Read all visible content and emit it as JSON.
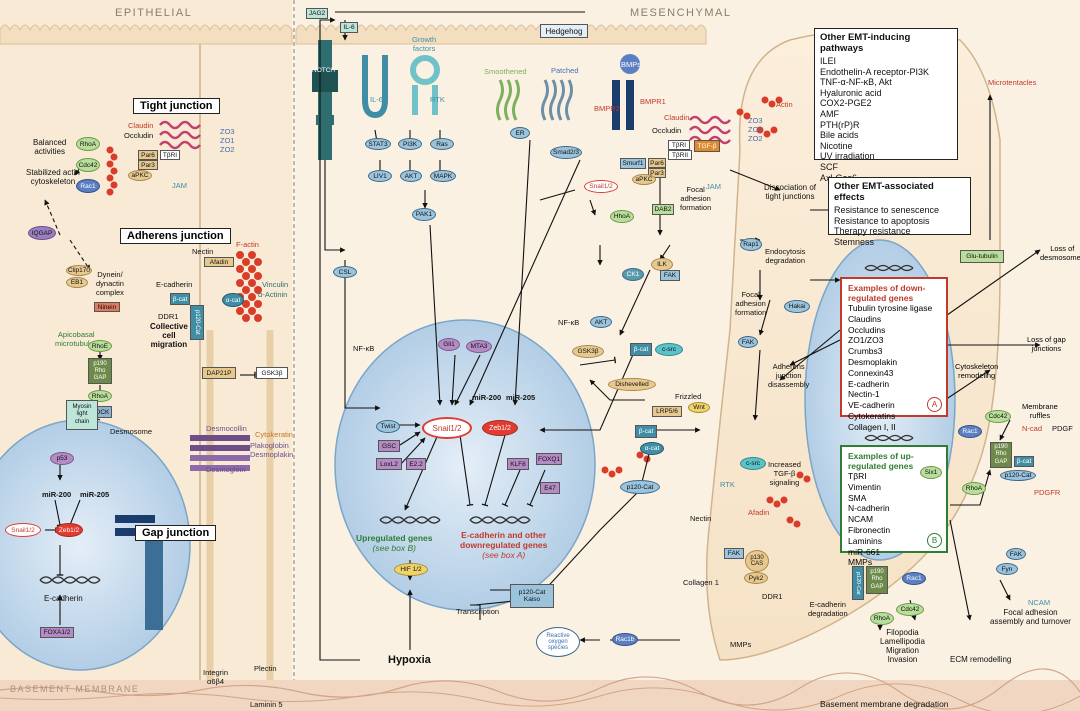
{
  "regions": {
    "epithelial": "EPITHELIAL",
    "mesenchymal": "MESENCHYMAL",
    "basement_membrane": "BASEMENT MEMBRANE",
    "basement_membrane_degradation": "Basement membrane degradation"
  },
  "titles": {
    "tight_junction": "Tight junction",
    "adherens_junction": "Adherens junction",
    "gap_junction": "Gap junction"
  },
  "pathways_box": {
    "head": "Other EMT-inducing pathways",
    "items": [
      "ILEI",
      "Endothelin-A receptor-PI3K",
      "TNF-α-NF-κB, Akt",
      "Hyaluronic acid",
      "COX2-PGE2",
      "AMF",
      "PTH(rP)R",
      "Bile acids",
      "Nicotine",
      "UV irradiation",
      "SCF",
      "Axl-Gas6"
    ]
  },
  "effects_box": {
    "head": "Other EMT-associated effects",
    "items": [
      "Resistance to senescence",
      "Resistance to apoptosis",
      "Therapy resistance",
      "Stemness"
    ]
  },
  "down_genes": {
    "head": "Examples of down-",
    "head2": "regulated genes",
    "items": [
      "Tubulin tyrosine ligase",
      "Claudins",
      "Occludins",
      "ZO1/ZO3",
      "Crumbs3",
      "Desmoplakin",
      "Connexin43",
      "E-cadherin",
      "Nectin-1",
      "VE-cadherin",
      "Cytokeratins",
      "Collagen I, II"
    ],
    "marker": "A"
  },
  "up_genes": {
    "head": "Examples of up-",
    "head2": "regulated genes",
    "items": [
      "TβRI",
      "Vimentin",
      "SMA",
      "N-cadherin",
      "NCAM",
      "Fibronectin",
      "Laminins",
      "miR-661",
      "MMPs"
    ],
    "marker": "B"
  },
  "epithelial_labels": {
    "balanced": "Balanced",
    "activities": "activities",
    "stabilized": "Stabilized actin",
    "cytoskeleton": "cytoskeleton",
    "rhoa": "RhoA",
    "cdc42": "Cdc42",
    "rac1": "Rac1",
    "iqgap": "IQGAP",
    "claudin": "Claudin",
    "occludin": "Occludin",
    "zo3": "ZO3",
    "zo1": "ZO1",
    "zo2": "ZO2",
    "par6": "Par6",
    "par3": "Par3",
    "apkc": "aPKC",
    "tbri": "TβRI",
    "jam": "JAM",
    "nectin": "Nectin",
    "afadin": "Afadin",
    "factin": "F-actin",
    "vinculin": "Vinculin",
    "actinin": "α-Actinin",
    "clip170": "Clip170",
    "eb1": "EB1",
    "dynein": "Dynein/",
    "dynactin": "dynactin",
    "complex": "complex",
    "ninein": "Ninein",
    "ecadherin": "E-cadherin",
    "ddr1": "DDR1",
    "bcat": "β-cat",
    "acat": "α-cat",
    "p120": "p120-Cat",
    "collective1": "Collective",
    "collective2": "cell",
    "collective3": "migration",
    "apicobasal1": "Apicobasal",
    "apicobasal2": "microtubules",
    "rhoe": "RhoE",
    "p190": "p190",
    "rhogap1": "Rho",
    "rhogap2": "GAP",
    "rhoa2": "RhoA",
    "rock": "ROCK",
    "myosin1": "Myosin",
    "myosin2": "light",
    "myosin3": "chain",
    "dap21p": "DAP21P",
    "gsk3b": "GSK3β",
    "cytokeratin": "Cytokeratin",
    "desmosome": "Desmosome",
    "desmocollin": "Desmocollin",
    "plakoglobin": "Plakoglobin",
    "desmoplakin": "Desmoplakin",
    "desmoglein": "Desmoglein",
    "p53": "p53",
    "mir200": "miR-200",
    "mir205": "miR-205",
    "snail": "Snail1/2",
    "zeb1": "Zeb1/2",
    "ecad_gene": "E-cadherin",
    "foxa": "FOXA1/2",
    "integrin": "Integrin",
    "a6b4": "α6β4",
    "plectin": "Plectin",
    "laminin5": "Laminin 5"
  },
  "mesenchymal_labels": {
    "jag2": "JAG2",
    "notch": "NOTCH",
    "il6": "IL-6",
    "il6r": "IL-6R",
    "growth1": "Growth",
    "growth2": "factors",
    "rtk": "RTK",
    "hedgehog": "Hedgehog",
    "patched": "Patched",
    "smoothened": "Smoothened",
    "bmps": "BMPs",
    "bmpr2": "BMPR2",
    "bmpr1": "BMPR1",
    "stat3": "STAT3",
    "pi3k": "PI3K",
    "ras": "Ras",
    "liv1": "LIV1",
    "akt": "AKT",
    "mapk": "MAPK",
    "pak1": "PAK1",
    "er": "ER",
    "smad": "Smad2/3",
    "csl": "CSL",
    "nfkb": "NF-κB",
    "gli1": "Gli1",
    "mta3": "MTA3",
    "twist": "Twist",
    "gsc": "GSC",
    "loxl2": "LoxL2",
    "e2_2": "E2.2",
    "snail": "Snail1/2",
    "zeb": "Zeb1/2",
    "mir200": "miR-200",
    "mir205": "miR-205",
    "klf8": "KLF8",
    "foxq1": "FOXQ1",
    "e47": "E47",
    "up_genes": "Upregulated genes",
    "see_b": "(see box B)",
    "down_genes1": "E-cadherin and other",
    "down_genes2": "downregulated genes",
    "see_a": "(see box A)",
    "hif": "HIF 1/2",
    "hypoxia": "Hypoxia",
    "transcription": "Transcription",
    "p120_kaiso1": "p120-Cat",
    "kaiso": "Kaiso",
    "ros1": "Reactive",
    "ros2": "oxygen",
    "ros3": "species",
    "rac1b": "Rac1b",
    "snail_p": "Snail1/2",
    "hhoa": "HhoA",
    "smurf1": "Smurf1",
    "par6": "Par6",
    "par3": "Par3",
    "apkc": "aPKC",
    "dab2": "DAB2",
    "tbri": "TβRI",
    "tbrii": "TβRII",
    "tgfb": "TGF-β",
    "claudin": "Claudin",
    "occludin": "Occludin",
    "zo3": "ZO3",
    "zo1": "ZO1",
    "zo2": "ZO2",
    "jam": "JAM",
    "actin": "Actin",
    "ck1": "CK1",
    "ilk": "ILK",
    "fak": "FAK",
    "focal1": "Focal",
    "focal2": "adhesion",
    "focal3": "formation",
    "gsk3b": "GSK3β",
    "bcat": "β-cat",
    "csrc": "c-src",
    "dishevelled": "Dishevelled",
    "frizzled": "Frizzled",
    "wnt": "Wnt",
    "lrp": "LRP5/6",
    "bcat2": "β-cat",
    "acat2": "α-cat",
    "p120cat": "p120-Cat",
    "rtk2": "RTK",
    "csrc2": "c-src",
    "nectin": "Nectin",
    "afadin": "Afadin",
    "fak2": "FAK",
    "p130": "p130",
    "cas": "CAS",
    "pyk2": "Pyk2",
    "collagen1": "Collagen 1",
    "ddr1": "DDR1",
    "mmps": "MMPs",
    "ecad_deg1": "E-cadherin",
    "ecad_deg2": "degradation",
    "rap1": "Rap1",
    "hakai": "Hakai",
    "endo1": "Endocytosis",
    "endo2": "degradation",
    "fak3": "FAK",
    "focal4": "Focal",
    "focal5": "adhesion",
    "focal6": "formation",
    "adherens1": "Adherens",
    "adherens2": "junction",
    "adherens3": "disassembly",
    "dissoc1": "Dissociation of",
    "dissoc2": "tight junctions",
    "increased1": "Increased",
    "increased2": "TGF-β",
    "increased3": "signaling",
    "six1": "Six1",
    "glutub": "Glu-tubulin",
    "microtentacles": "Microtentacles",
    "loss_desmo1": "Loss of",
    "loss_desmo2": "desmosomes",
    "loss_gap1": "Loss of gap",
    "loss_gap2": "junctions",
    "cytoskel1": "Cytoskeleton",
    "cytoskel2": "remodeling",
    "membrane1": "Membrane",
    "membrane2": "ruffles",
    "rac1": "Rac1",
    "cdc42": "Cdc42",
    "p190": "p190",
    "rho": "Rho",
    "gap": "GAP",
    "ncad": "N-cad",
    "bcat3": "β-cat",
    "p120cat3": "p120-Cat",
    "pdgf": "PDGF",
    "pdgfr": "PDGFR",
    "rhoa": "RhoA",
    "p190b": "p190",
    "rhob": "Rho",
    "gapb": "GAP",
    "p120b": "p120-Cat",
    "rac1b2": "Rac1",
    "cdc42b": "Cdc42",
    "rhoab": "RhoA",
    "filopodia": "Filopodia",
    "lamellipodia": "Lamellipodia",
    "migration": "Migration",
    "invasion": "Invasion",
    "fak4": "FAK",
    "fyn": "Fyn",
    "ncam": "NCAM",
    "focal7": "Focal adhesion",
    "focal8": "assembly and turnover",
    "ecm": "ECM remodelling"
  },
  "colors": {
    "background": "#fbf3e6",
    "nucleus": "#cfe0ef",
    "blue_node": "#9cc3dc",
    "red_node": "#e03c31",
    "purple_node": "#b48bc4",
    "green_node": "#8fbf8f",
    "tan_node": "#e7c98f",
    "junction_red": "#d93d2a"
  }
}
